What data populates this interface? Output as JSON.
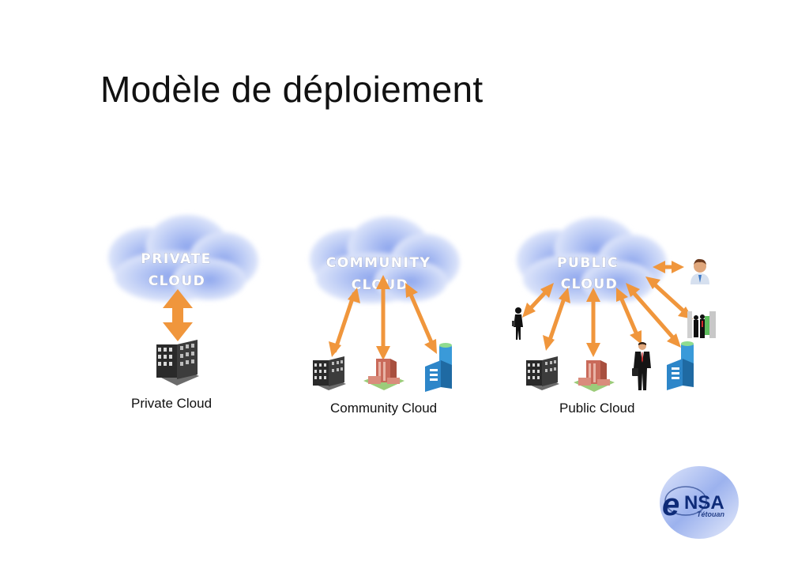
{
  "slide": {
    "title": "Modèle de déploiement"
  },
  "models": [
    {
      "cloud_label_line1": "PRIVATE",
      "cloud_label_line2": "CLOUD",
      "caption": "Private Cloud"
    },
    {
      "cloud_label_line1": "COMMUNITY",
      "cloud_label_line2": "CLOUD",
      "caption": "Community Cloud"
    },
    {
      "cloud_label_line1": "PUBLIC",
      "cloud_label_line2": "CLOUD",
      "caption": "Public Cloud"
    }
  ],
  "logo": {
    "brand": "NSA",
    "brand_initial": "e",
    "city": "Tétouan"
  },
  "colors": {
    "arrow": "#f0963c",
    "cloud": "#c9d6f5",
    "logo_blue": "#0e2b78"
  },
  "icons": [
    "office-building-icon",
    "corporate-building-icon",
    "datacenter-building-icon",
    "person-icon",
    "business-people-icon",
    "user-avatar-icon"
  ]
}
